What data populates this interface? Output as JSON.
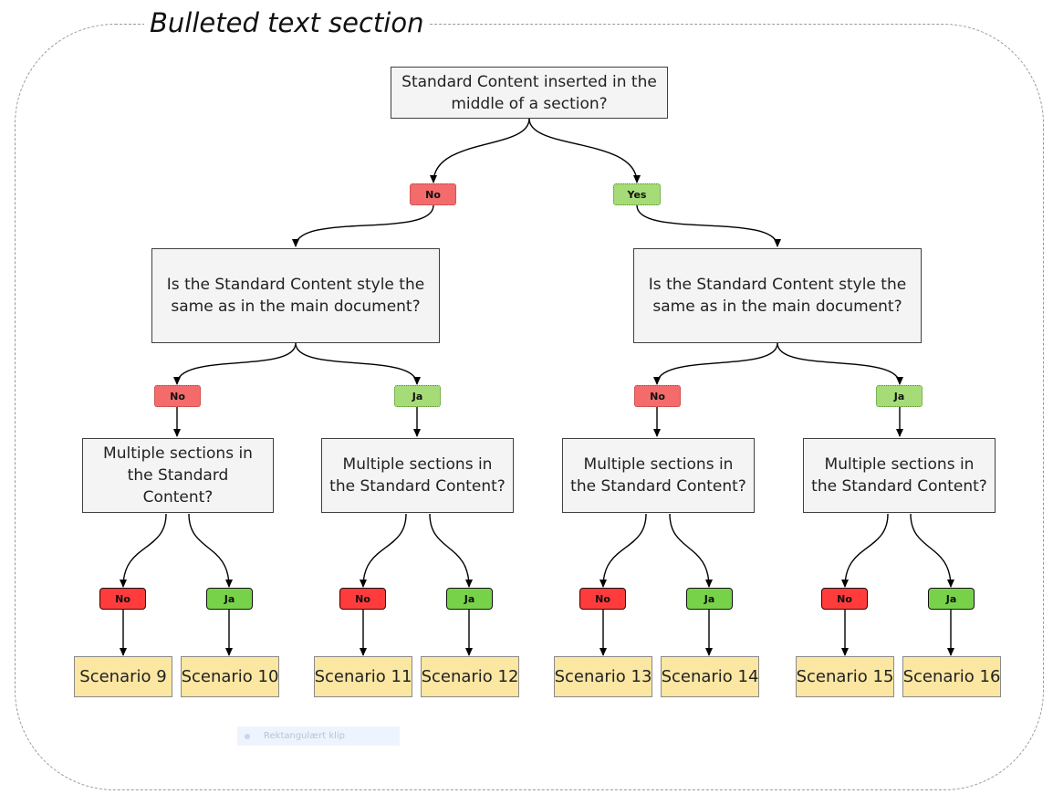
{
  "frame": {
    "title": "Bulleted text section"
  },
  "root": {
    "label": "Standard Content inserted in the middle of a section?"
  },
  "level1": [
    {
      "edge": "No",
      "question": "Is the Standard Content style the same as in the main document?"
    },
    {
      "edge": "Yes",
      "question": "Is the Standard Content style the same as in the main document?"
    }
  ],
  "level2": [
    {
      "edge": "No",
      "question": "Multiple sections in the Standard Content?"
    },
    {
      "edge": "Ja",
      "question": "Multiple sections in the Standard Content?"
    },
    {
      "edge": "No",
      "question": "Multiple sections in the Standard Content?"
    },
    {
      "edge": "Ja",
      "question": "Multiple sections in the Standard Content?"
    }
  ],
  "leaves": [
    {
      "edge": "No",
      "label": "Scenario 9"
    },
    {
      "edge": "Ja",
      "label": "Scenario 10"
    },
    {
      "edge": "No",
      "label": "Scenario 11"
    },
    {
      "edge": "Ja",
      "label": "Scenario 12"
    },
    {
      "edge": "No",
      "label": "Scenario 13"
    },
    {
      "edge": "Ja",
      "label": "Scenario 14"
    },
    {
      "edge": "No",
      "label": "Scenario 15"
    },
    {
      "edge": "Ja",
      "label": "Scenario 16"
    }
  ],
  "overlay": {
    "clip_label": "Rektangulært klip"
  },
  "colors": {
    "no_soft": "#f36b6b",
    "yes_soft": "#a6dc77",
    "no_hard": "#ff3b3b",
    "yes_hard": "#78d249",
    "question_fill": "#f4f4f4",
    "scenario_fill": "#fbe6a2"
  }
}
